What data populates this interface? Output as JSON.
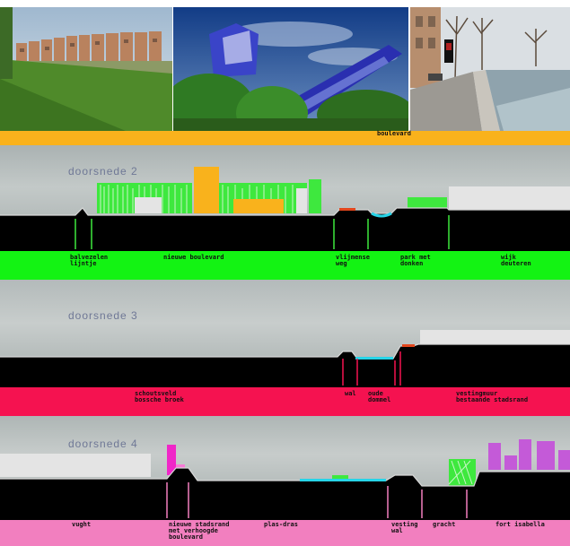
{
  "top_band": {
    "label": "boulevard",
    "color": "#f9b21c"
  },
  "photos": [
    {
      "name": "housing-on-embankment"
    },
    {
      "name": "blue-glass-building"
    },
    {
      "name": "canal-street"
    }
  ],
  "sections": [
    {
      "title": "doorsnede 2",
      "band_color": "#13f313",
      "labels": [
        {
          "text": "balvezelen\nlijntje"
        },
        {
          "text": "nieuwe boulevard"
        },
        {
          "text": "vlijmense\nweg"
        },
        {
          "text": "park met\ndonken"
        },
        {
          "text": "wijk\ndeuteren"
        }
      ]
    },
    {
      "title": "doorsnede 3",
      "band_color": "#f51250",
      "labels": [
        {
          "text": "schoutsveld\nbossche broek"
        },
        {
          "text": "wal"
        },
        {
          "text": "oude\ndommel"
        },
        {
          "text": "vestingmuur\nbestaande stadsrand"
        }
      ]
    },
    {
      "title": "doorsnede 4",
      "band_color": "#f27fbf",
      "labels": [
        {
          "text": "vught"
        },
        {
          "text": "nieuwe stadsrand\nmet verhoogde\nboulevard"
        },
        {
          "text": "plas-dras"
        },
        {
          "text": "vesting\nwal"
        },
        {
          "text": "gracht"
        },
        {
          "text": "fort isabella"
        }
      ]
    }
  ]
}
